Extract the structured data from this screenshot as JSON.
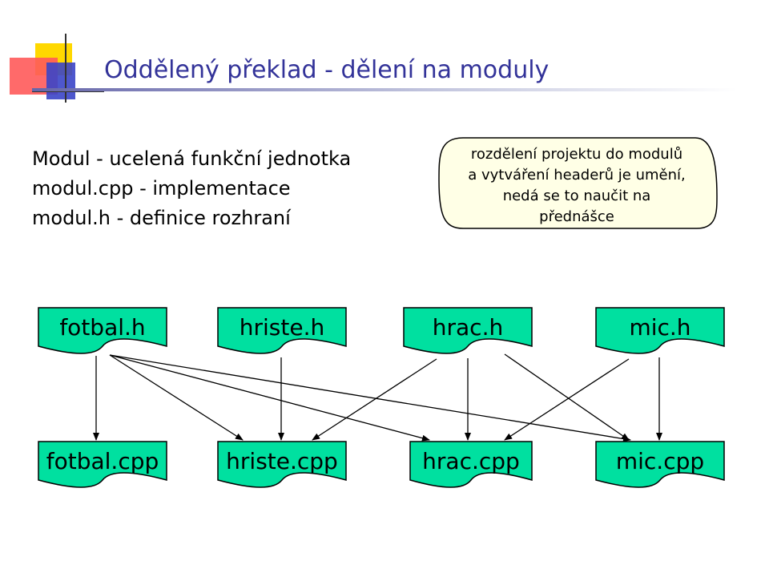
{
  "slide": {
    "title": "Oddělený překlad - dělení na moduly",
    "bullets": [
      "Modul - ucelená funkční jednotka",
      "modul.cpp - implementace",
      "modul.h - definice rozhraní"
    ],
    "callout_lines": [
      "rozdělení projektu do modulů",
      "a vytváření headerů je umění,",
      "nedá se to naučit na přednášce"
    ]
  },
  "diagram": {
    "headers": [
      "fotbal.h",
      "hriste.h",
      "hrac.h",
      "mic.h"
    ],
    "sources": [
      "fotbal.cpp",
      "hriste.cpp",
      "hrac.cpp",
      "mic.cpp"
    ],
    "edges": [
      {
        "from": "fotbal.h",
        "to": "fotbal.cpp"
      },
      {
        "from": "fotbal.h",
        "to": "hriste.cpp"
      },
      {
        "from": "fotbal.h",
        "to": "hrac.cpp"
      },
      {
        "from": "fotbal.h",
        "to": "mic.cpp"
      },
      {
        "from": "hriste.h",
        "to": "hriste.cpp"
      },
      {
        "from": "hrac.h",
        "to": "hriste.cpp"
      },
      {
        "from": "hrac.h",
        "to": "hrac.cpp"
      },
      {
        "from": "hrac.h",
        "to": "mic.cpp"
      },
      {
        "from": "mic.h",
        "to": "hrac.cpp"
      },
      {
        "from": "mic.h",
        "to": "mic.cpp"
      }
    ]
  },
  "colors": {
    "title": "#333399",
    "box_fill": "#00e0a0",
    "callout_fill": "#ffffe6"
  }
}
